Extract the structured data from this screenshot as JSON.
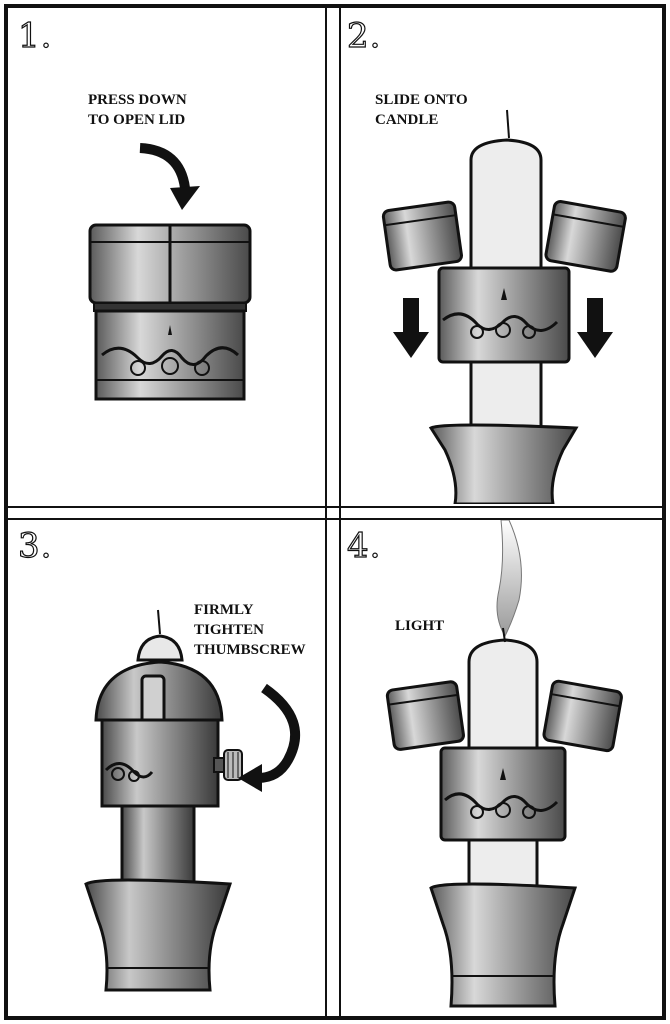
{
  "panels": [
    {
      "number": "1.",
      "caption_lines": [
        "PRESS DOWN",
        "TO OPEN LID"
      ]
    },
    {
      "number": "2.",
      "caption_lines": [
        "SLIDE ONTO",
        "CANDLE"
      ]
    },
    {
      "number": "3.",
      "caption_lines": [
        "FIRMLY",
        "TIGHTEN",
        "THUMBSCREW"
      ]
    },
    {
      "number": "4.",
      "caption_lines": [
        "LIGHT"
      ]
    }
  ],
  "colors": {
    "ink": "#111111",
    "metal": "#8a8a8a",
    "candle": "#ececec",
    "background": "#ffffff"
  }
}
